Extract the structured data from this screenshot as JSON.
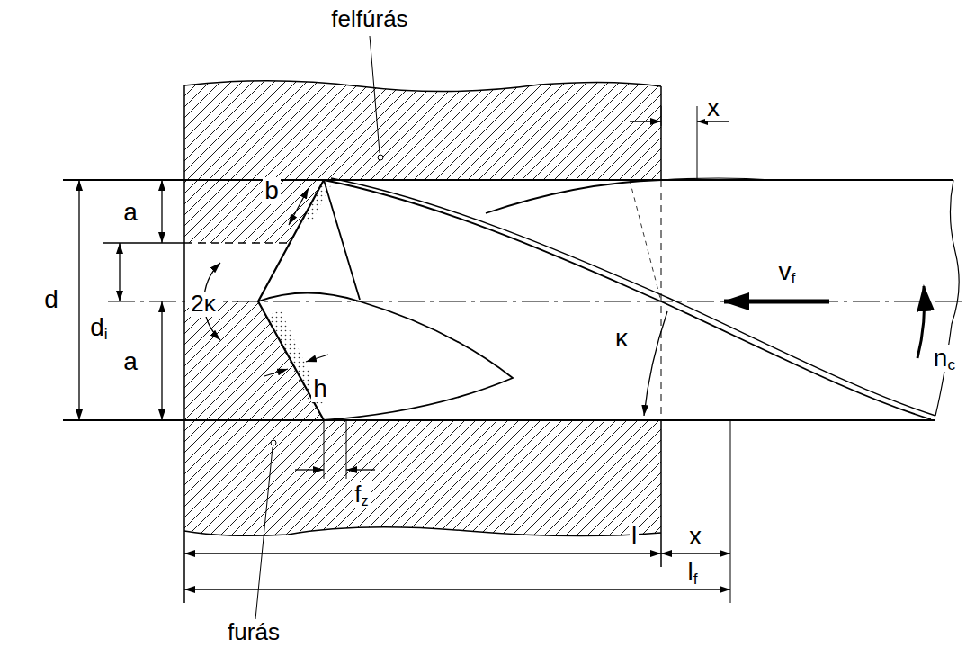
{
  "diagram": {
    "labels": [
      "felfúrás",
      "x",
      "a",
      "b",
      "d",
      "di",
      "2κ",
      "a",
      "h",
      "vf",
      "κ",
      "nc",
      "fz",
      "l",
      "x",
      "lf",
      "furás"
    ]
  }
}
